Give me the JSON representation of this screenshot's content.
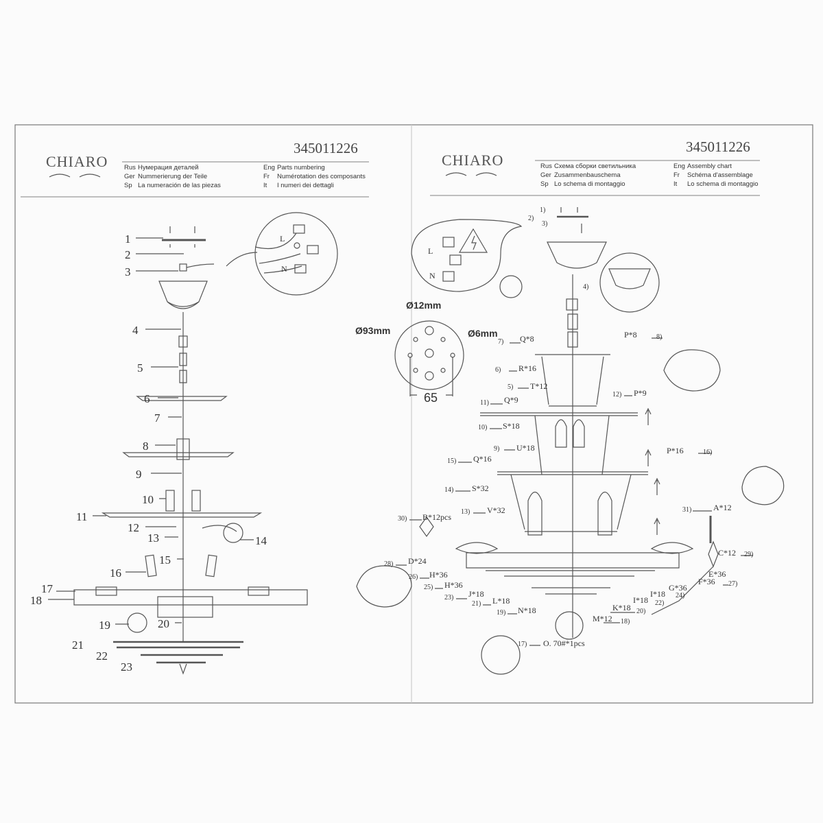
{
  "left_page": {
    "brand": "CHIARO",
    "code": "345011226",
    "titles": [
      {
        "lang": "Rus",
        "text": "Нумерация деталей"
      },
      {
        "lang": "Ger",
        "text": "Nummerierung der Teile"
      },
      {
        "lang": "Sp",
        "text": "La numeración de las piezas"
      },
      {
        "lang": "Eng",
        "text": "Parts numbering"
      },
      {
        "lang": "Fr",
        "text": "Numérotation des composants"
      },
      {
        "lang": "It",
        "text": "I numeri dei dettagli"
      }
    ],
    "wiring_labels": [
      "L",
      "N"
    ],
    "part_numbers": [
      "1",
      "2",
      "3",
      "4",
      "5",
      "6",
      "7",
      "8",
      "9",
      "10",
      "11",
      "12",
      "13",
      "14",
      "15",
      "16",
      "17",
      "18",
      "19",
      "20",
      "21",
      "22",
      "23"
    ]
  },
  "right_page": {
    "brand": "CHIARO",
    "code": "345011226",
    "titles": [
      {
        "lang": "Rus",
        "text": "Схема сборки светильника"
      },
      {
        "lang": "Ger",
        "text": "Zusammenbauschema"
      },
      {
        "lang": "Sp",
        "text": "Lo schema di montaggio"
      },
      {
        "lang": "Eng",
        "text": "Assembly chart"
      },
      {
        "lang": "Fr",
        "text": "Schéma d'assemblage"
      },
      {
        "lang": "It",
        "text": "Lo schema di montaggio"
      }
    ],
    "wiring_labels": [
      "L",
      "N"
    ],
    "mount_plate": {
      "hole_large": "Ø12mm",
      "diameter": "Ø93mm",
      "hole_small": "Ø6mm",
      "spacing": "65"
    },
    "callouts": [
      {
        "num": "1)",
        "label": ""
      },
      {
        "num": "2)",
        "label": ""
      },
      {
        "num": "3)",
        "label": ""
      },
      {
        "num": "4)",
        "label": ""
      },
      {
        "num": "7)",
        "label": "Q*8"
      },
      {
        "num": "8)",
        "label": "P*8"
      },
      {
        "num": "6)",
        "label": "R*16"
      },
      {
        "num": "5)",
        "label": "T*12"
      },
      {
        "num": "12)",
        "label": "P*9"
      },
      {
        "num": "11)",
        "label": "Q*9"
      },
      {
        "num": "10)",
        "label": "S*18"
      },
      {
        "num": "9)",
        "label": "U*18"
      },
      {
        "num": "16)",
        "label": "P*16"
      },
      {
        "num": "15)",
        "label": "Q*16"
      },
      {
        "num": "14)",
        "label": "S*32"
      },
      {
        "num": "13)",
        "label": "V*32"
      },
      {
        "num": "30)",
        "label": "B*12pcs"
      },
      {
        "num": "31)",
        "label": "A*12"
      },
      {
        "num": "28)",
        "label": "D*24"
      },
      {
        "num": "29)",
        "label": "C*12"
      },
      {
        "num": "26)",
        "label": "H*36"
      },
      {
        "num": "",
        "label": "E*36"
      },
      {
        "num": "27)",
        "label": "F*36"
      },
      {
        "num": "25)",
        "label": "H*36"
      },
      {
        "num": "",
        "label": "G*36"
      },
      {
        "num": "23)",
        "label": "J*18"
      },
      {
        "num": "24)",
        "label": "I*18"
      },
      {
        "num": "22)",
        "label": "I*18"
      },
      {
        "num": "21)",
        "label": "L*18"
      },
      {
        "num": "19)",
        "label": "N*18"
      },
      {
        "num": "20)",
        "label": "K*18"
      },
      {
        "num": "18)",
        "label": "M*12"
      },
      {
        "num": "17)",
        "label": "O. 70#*1pcs"
      }
    ]
  }
}
